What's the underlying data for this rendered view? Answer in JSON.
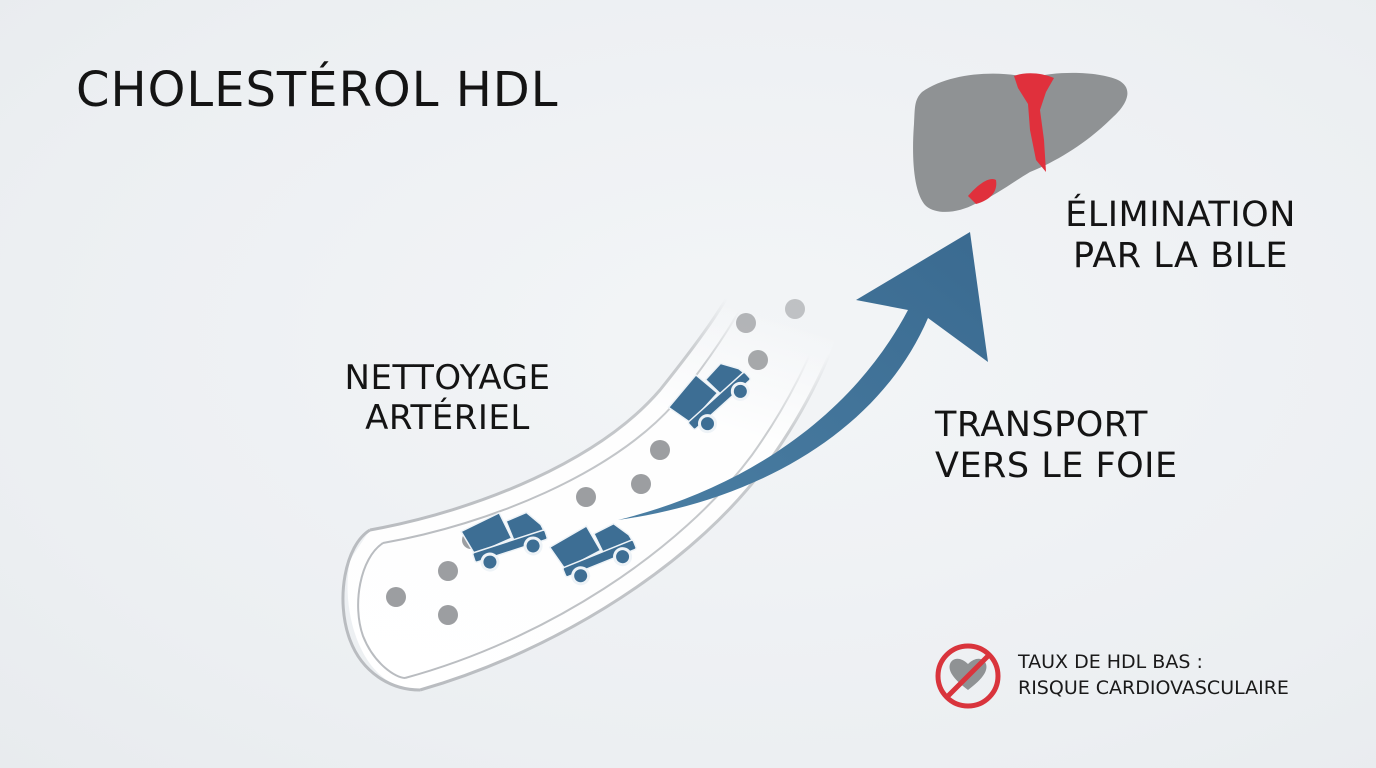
{
  "title": "CHOLESTÉROL HDL",
  "labels": {
    "nettoyage": [
      "NETTOYAGE",
      "ARTÉRIEL"
    ],
    "elimination": [
      "ÉLIMINATION",
      "PAR LA BILE"
    ],
    "transport": [
      "TRANSPORT",
      "VERS LE FOIE"
    ]
  },
  "warning": {
    "lines": [
      "TAUX DE HDL BAS :",
      "RISQUE CARDIOVASCULAIRE"
    ],
    "icon": "no-heart-icon"
  },
  "colors": {
    "arrow": "#3f6f93",
    "truck": "#3d6e94",
    "liver": "#8f9294",
    "liver_vessel": "#e0303c",
    "warning_ring": "#d9343c",
    "particle": "#9c9ea1"
  },
  "icons": [
    "liver-icon",
    "truck-icon",
    "artery-icon",
    "arrow-icon",
    "no-heart-icon"
  ]
}
